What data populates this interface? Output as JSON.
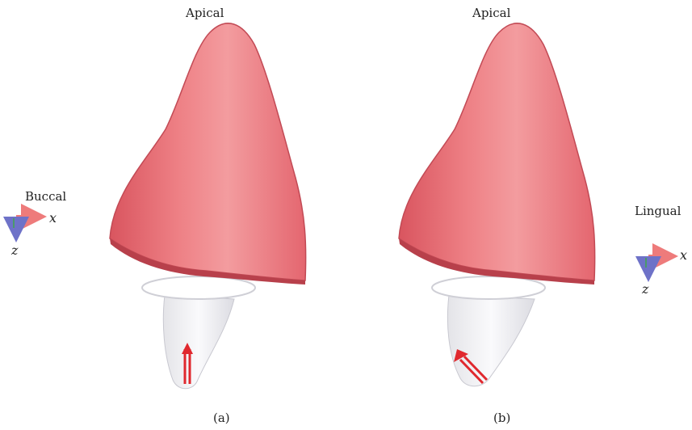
{
  "panels": [
    {
      "top_label": "Apical",
      "caption": "(a)",
      "side_label": "Buccal",
      "axes": {
        "x": "x",
        "z": "z"
      }
    },
    {
      "top_label": "Apical",
      "caption": "(b)",
      "side_label": "Lingual",
      "axes": {
        "x": "x",
        "z": "z"
      }
    }
  ],
  "colors": {
    "crown": "#ec7a80",
    "crown_dark": "#c94e58",
    "crown_light": "#f6a9ab",
    "root": "#f4f4f6",
    "arrow": "#e0282e",
    "axis_x": "#ee7b7b",
    "axis_z": "#6e72c8",
    "axis_y": "#4a9a6a"
  }
}
